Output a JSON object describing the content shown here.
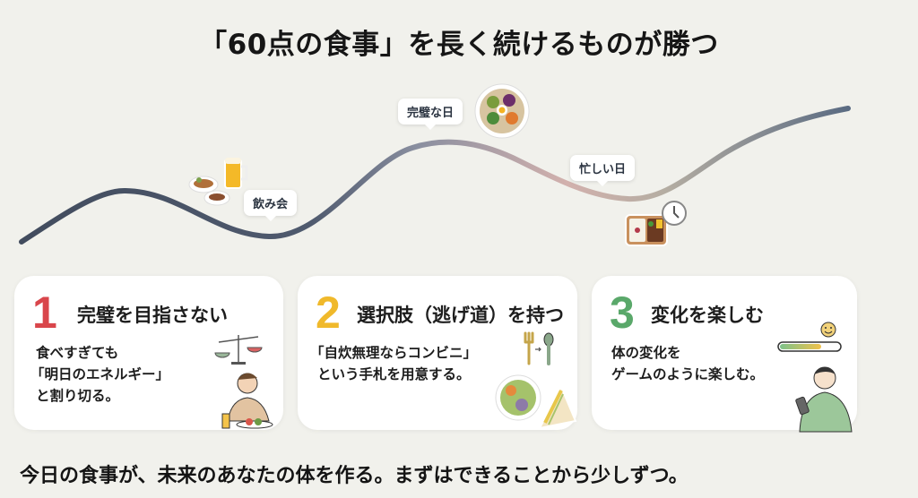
{
  "title": "「60点の食事」を長く続けるものが勝つ",
  "curve": {
    "colors": {
      "start": "#4a5568",
      "mid": "#c9a9a6",
      "end": "#5a6a80"
    },
    "labels": [
      {
        "text": "飲み会",
        "icon": "beer-and-snacks-icon"
      },
      {
        "text": "完璧な日",
        "icon": "salad-bowl-icon"
      },
      {
        "text": "忙しい日",
        "icon": "bento-and-clock-icon"
      }
    ]
  },
  "cards": [
    {
      "number": "1",
      "number_color": "#d9464b",
      "title": "完璧を目指さない",
      "body": [
        "食べすぎても",
        "「明日のエネルギー」",
        "と割り切る。"
      ],
      "icons": [
        "balance-scale-icon",
        "person-eating-icon"
      ]
    },
    {
      "number": "2",
      "number_color": "#f0b92b",
      "title": "選択肢（逃げ道）を持つ",
      "body": [
        "「自炊無理ならコンビニ」",
        "という手札を用意する。"
      ],
      "icons": [
        "fork-to-spoon-icon",
        "salad-sandwich-icon"
      ]
    },
    {
      "number": "3",
      "number_color": "#5aa86a",
      "title": "変化を楽しむ",
      "body": [
        "体の変化を",
        "ゲームのように楽しむ。"
      ],
      "icons": [
        "smiley-progress-bar-icon",
        "person-with-phone-icon"
      ]
    }
  ],
  "footer": "今日の食事が、未来のあなたの体を作る。まずはできることから少しずつ。"
}
